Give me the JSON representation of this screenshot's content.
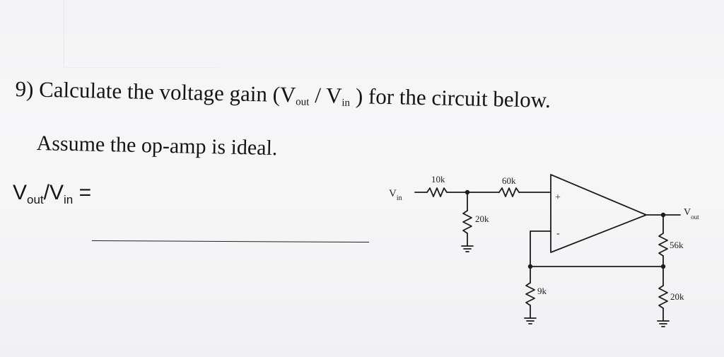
{
  "question": {
    "number": "9)",
    "text_before": "Calculate the voltage gain (V",
    "sub_out": "out",
    "slash": " / V",
    "sub_in": "in",
    "text_after": " ) for the circuit below."
  },
  "assumption": "Assume the op-amp is ideal.",
  "answer_label": {
    "v1": "V",
    "sub_out": "out",
    "mid": "/V",
    "sub_in": "in",
    "equals": " ="
  },
  "circuit": {
    "vin_label": "V",
    "vin_sub": "in",
    "vout_label": "V",
    "vout_sub": "out",
    "r_input": "10k",
    "r_series": "60k",
    "r_shunt": "20k",
    "r_ground_inv": "9k",
    "r_feedback_top": "56k",
    "r_feedback_bottom": "20k",
    "plus_sign": "+",
    "minus_sign": "-"
  }
}
